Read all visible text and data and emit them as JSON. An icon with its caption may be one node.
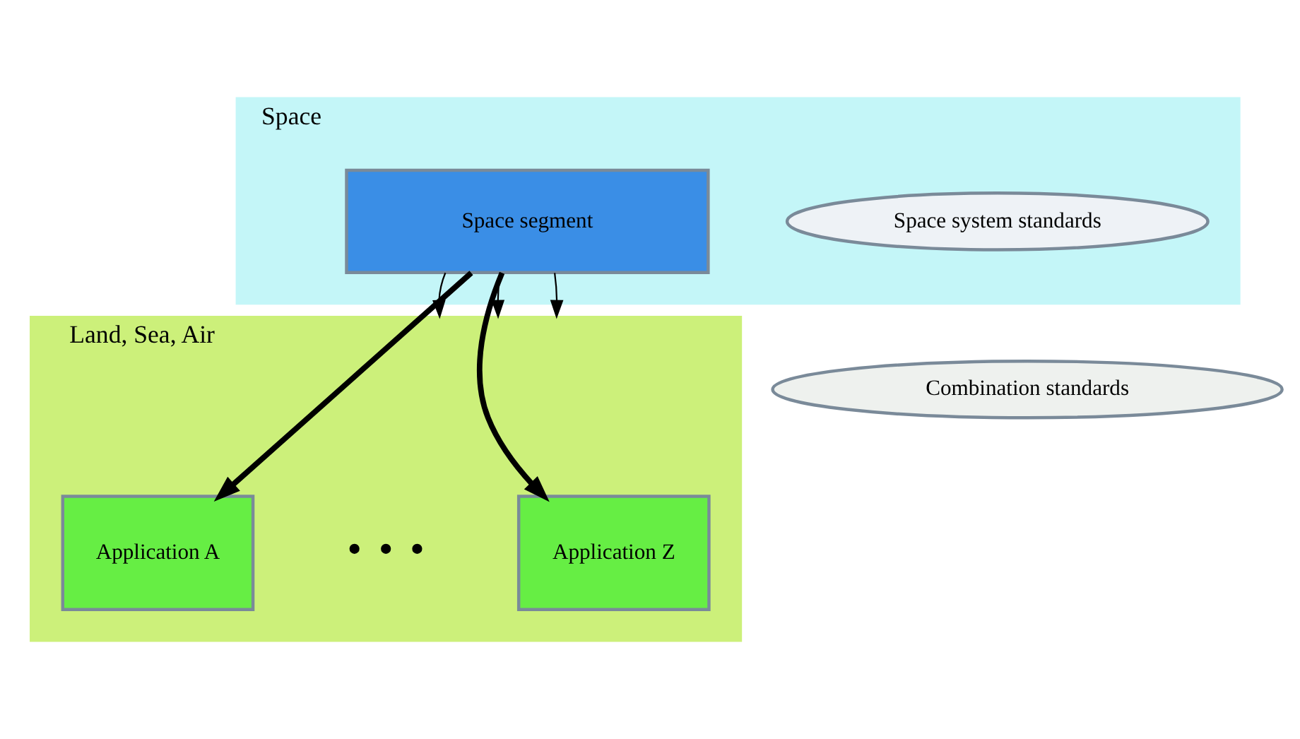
{
  "diagram": {
    "nodes": [
      {
        "text": [
          "Space"
        ]
      },
      {
        "text": [
          "Space segment"
        ],
        "in": 0
      },
      {
        "text": [
          "Space system standards"
        ],
        "in": 0
      },
      {
        "text": [
          "Combination standards"
        ]
      },
      {
        "text": [
          "Land, Sea, Air"
        ]
      },
      {
        "text": [
          "Application A"
        ],
        "in": 4
      },
      {
        "text": [
          "Application Z"
        ],
        "in": 4
      }
    ],
    "edges": [
      {
        "from": 1,
        "to": 5,
        "arrow": "to",
        "style": "thick"
      },
      {
        "from": 1,
        "to": 4,
        "arrow": "to"
      },
      {
        "from": 1,
        "to": 4,
        "arrow": "to"
      },
      {
        "from": 1,
        "to": 4,
        "arrow": "to"
      },
      {
        "from": 1,
        "to": 6,
        "arrow": "to",
        "style": "thick"
      }
    ],
    "labels": [
      "• • •"
    ]
  }
}
